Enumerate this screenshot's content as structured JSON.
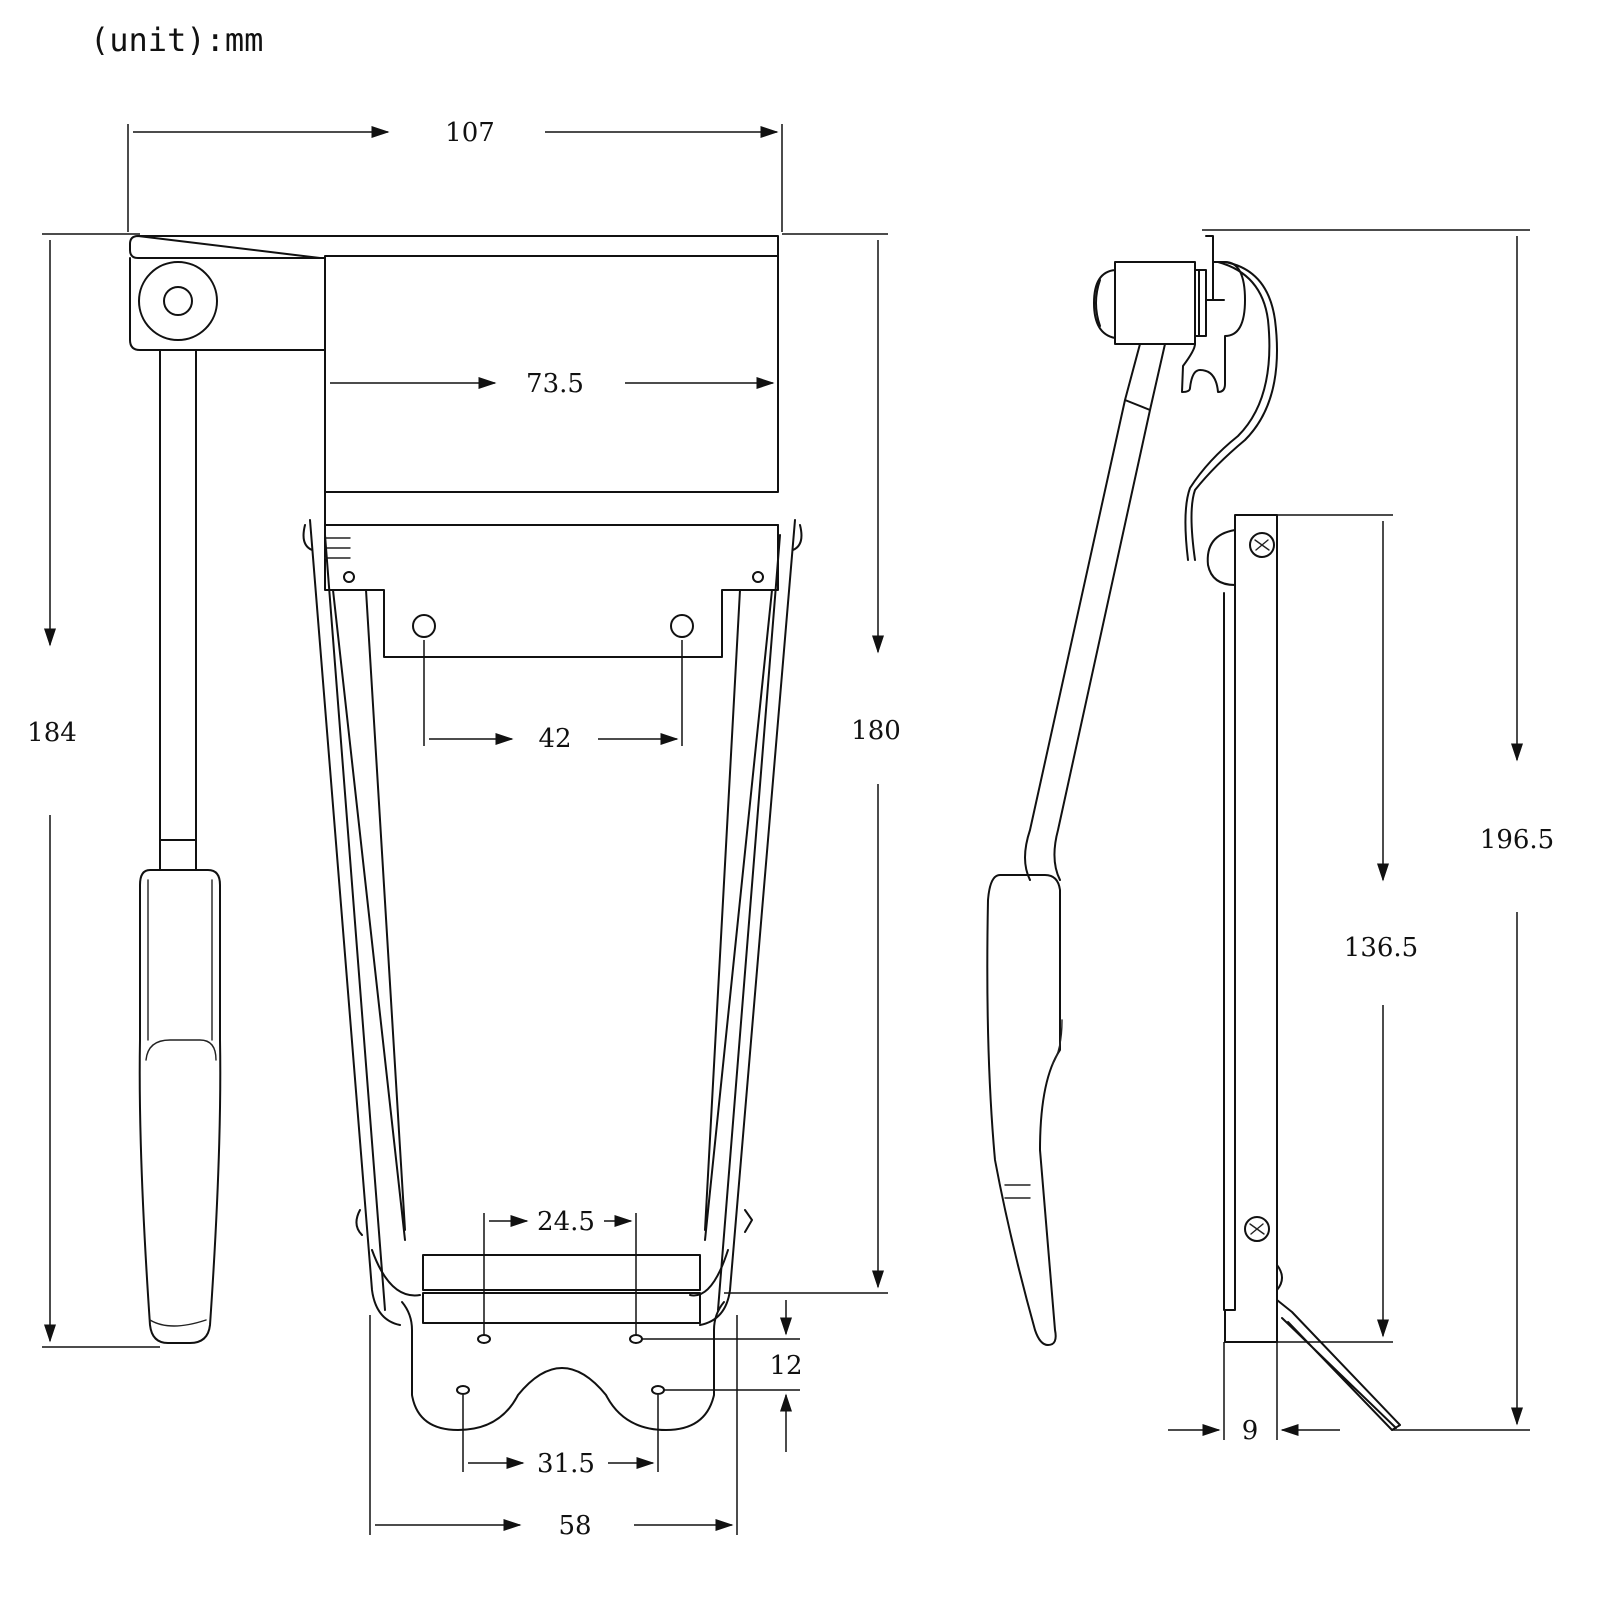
{
  "unit_label": "(unit):mm",
  "dimensions": {
    "overall_width": "107",
    "tailpiece_plate_width": "73.5",
    "overall_height_front": "184",
    "body_height_front": "180",
    "mount_hole_spacing_top": "42",
    "bar_hole_spacing": "24.5",
    "hole_row_offset": "12",
    "bottom_hole_spacing": "31.5",
    "base_plate_width": "58",
    "overall_height_side": "196.5",
    "bracket_height_side": "136.5",
    "bracket_thickness": "9"
  }
}
